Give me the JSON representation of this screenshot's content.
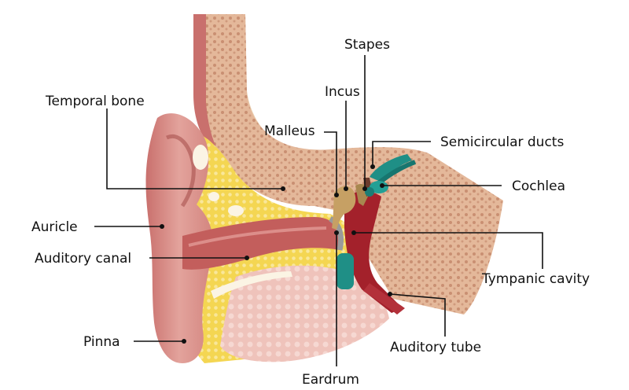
{
  "labels": {
    "stapes": "Stapes",
    "incus": "Incus",
    "malleus": "Malleus",
    "semicircular_ducts": "Semicircular ducts",
    "temporal_bone": "Temporal bone",
    "cochlea": "Cochlea",
    "auricle": "Auricle",
    "auditory_canal": "Auditory canal",
    "tympanic_cavity": "Tympanic cavity",
    "pinna": "Pinna",
    "auditory_tube": "Auditory tube",
    "eardrum": "Eardrum"
  },
  "colors": {
    "background": "#ffffff",
    "skin": "#d98f8a",
    "skin_dark": "#b65f5c",
    "fat_yellow": "#f3d24a",
    "bone_beige": "#ead0b0",
    "bone_spongy": "#d9a98a",
    "tissue_pink": "#eab7b0",
    "cavity_red": "#a3212b",
    "ossicle_tan": "#c6a064",
    "cochlea_teal": "#1f8f86",
    "text": "#111111"
  }
}
